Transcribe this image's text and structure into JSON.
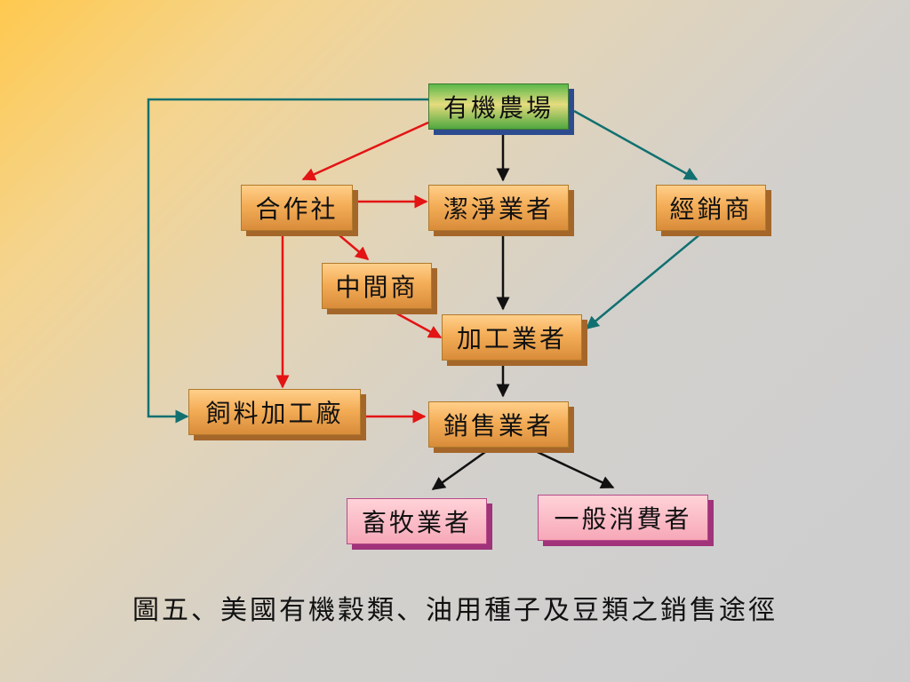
{
  "nodes": {
    "organic_farm": "有機農場",
    "cooperative": "合作社",
    "cleaner": "潔淨業者",
    "distributor": "經銷商",
    "middleman": "中間商",
    "processor": "加工業者",
    "feed_mill": "飼料加工廠",
    "seller": "銷售業者",
    "livestock": "畜牧業者",
    "consumer": "一般消費者"
  },
  "caption": "圖五、美國有機穀類、油用種子及豆類之銷售途徑",
  "colors": {
    "red_arrow": "#e31414",
    "teal_arrow": "#117070",
    "black_arrow": "#111111"
  }
}
